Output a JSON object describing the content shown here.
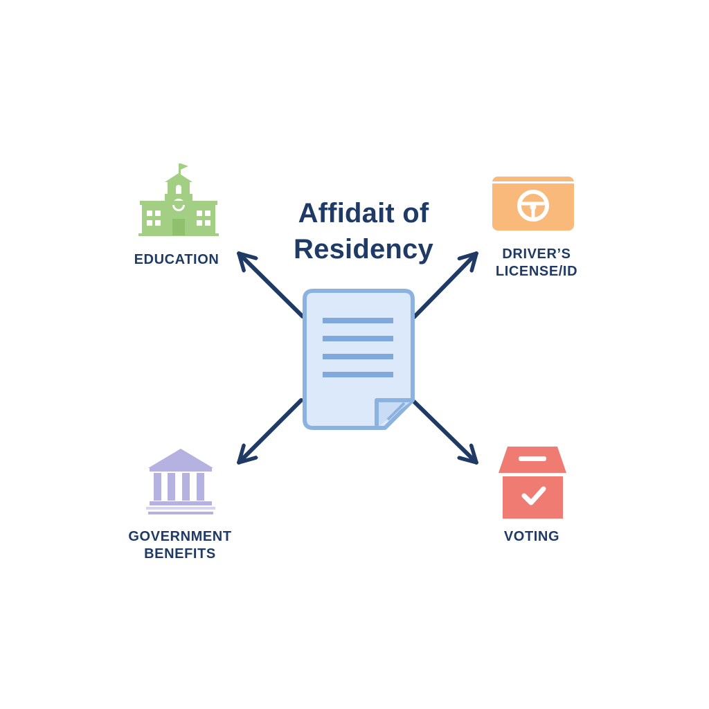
{
  "title": {
    "line1": "Affidait of",
    "line2": "Residency"
  },
  "center": {
    "icon": "document-icon"
  },
  "branches": {
    "education": {
      "label": "EDUCATION",
      "icon": "school-building-icon",
      "color": "#a3cf85"
    },
    "drivers_license": {
      "label_line1": "DRIVER’S",
      "label_line2": "LICENSE/ID",
      "icon": "steering-wheel-card-icon",
      "color": "#f8b97a"
    },
    "government_benefits": {
      "label_line1": "GOVERNMENT",
      "label_line2": "BENEFITS",
      "icon": "government-building-icon",
      "color": "#b5b1e0"
    },
    "voting": {
      "label": "VOTING",
      "icon": "ballot-box-icon",
      "color": "#f07b73"
    }
  },
  "colors": {
    "arrow": "#1f3a64",
    "document_fill": "#dce9fb",
    "document_stroke": "#8cb3e0",
    "text": "#1f3a64"
  }
}
